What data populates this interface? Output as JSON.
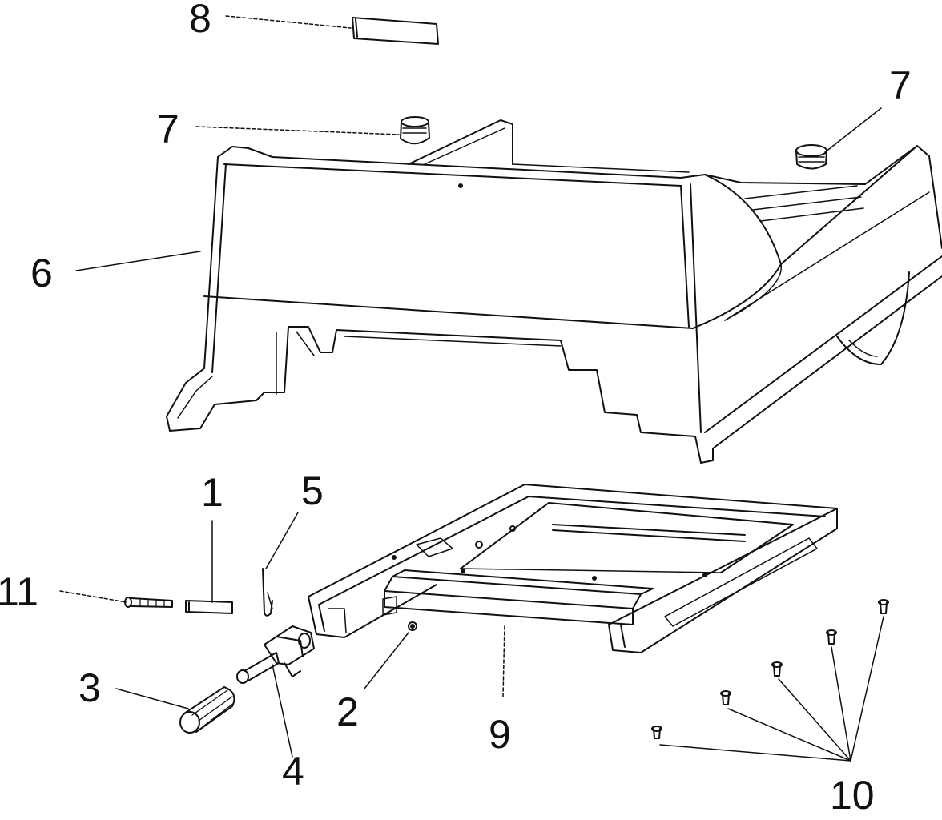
{
  "diagram": {
    "line_color": "#111111",
    "background": "#ffffff",
    "callouts": [
      {
        "id": "c8",
        "label": "8"
      },
      {
        "id": "c7a",
        "label": "7"
      },
      {
        "id": "c7b",
        "label": "7"
      },
      {
        "id": "c6",
        "label": "6"
      },
      {
        "id": "c1",
        "label": "1"
      },
      {
        "id": "c5",
        "label": "5"
      },
      {
        "id": "c11",
        "label": "11"
      },
      {
        "id": "c3",
        "label": "3"
      },
      {
        "id": "c4",
        "label": "4"
      },
      {
        "id": "c2",
        "label": "2"
      },
      {
        "id": "c9",
        "label": "9"
      },
      {
        "id": "c10",
        "label": "10"
      }
    ]
  }
}
